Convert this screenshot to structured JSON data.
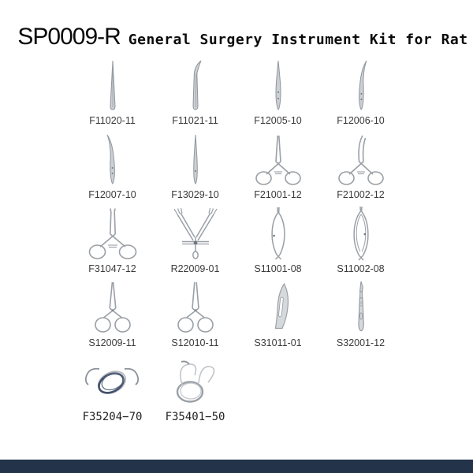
{
  "page": {
    "title": {
      "code": "SP0009-R",
      "text": "General Surgery Instrument Kit for Rat"
    }
  },
  "catalog": {
    "items": [
      {
        "code": "F11020-11",
        "icon": "fine-forceps-straight-icon"
      },
      {
        "code": "F11021-11",
        "icon": "fine-forceps-curved-icon"
      },
      {
        "code": "F12005-10",
        "icon": "dissecting-forceps-straight-icon"
      },
      {
        "code": "F12006-10",
        "icon": "dissecting-forceps-curved-icon"
      },
      {
        "code": "F12007-10",
        "icon": "forceps-curved-tip-icon"
      },
      {
        "code": "F13029-10",
        "icon": "forceps-straight-slim-icon"
      },
      {
        "code": "F21001-12",
        "icon": "hemostat-straight-icon"
      },
      {
        "code": "F21002-12",
        "icon": "hemostat-curved-icon"
      },
      {
        "code": "F31047-12",
        "icon": "needle-holder-icon"
      },
      {
        "code": "R22009-01",
        "icon": "retractor-icon"
      },
      {
        "code": "S11001-08",
        "icon": "spring-scissors-straight-icon"
      },
      {
        "code": "S11002-08",
        "icon": "spring-scissors-curved-icon"
      },
      {
        "code": "S12009-11",
        "icon": "operating-scissors-straight-icon"
      },
      {
        "code": "S12010-11",
        "icon": "operating-scissors-sharp-icon"
      },
      {
        "code": "S31011-01",
        "icon": "scalpel-blade-icon"
      },
      {
        "code": "S32001-12",
        "icon": "scalpel-handle-icon"
      },
      {
        "code": "F35204−70",
        "icon": "suture-double-needle-icon"
      },
      {
        "code": "F35401−50",
        "icon": "suture-single-needle-icon"
      }
    ]
  },
  "colors": {
    "background": "#ffffff",
    "title_text": "#0a0a0a",
    "label_text": "#3a3a3a",
    "instrument_stroke": "#9aa0a6",
    "instrument_fill": "#ccd0d4",
    "suture_thread_dark": "#44516b",
    "footer_bar": "#22334a"
  }
}
